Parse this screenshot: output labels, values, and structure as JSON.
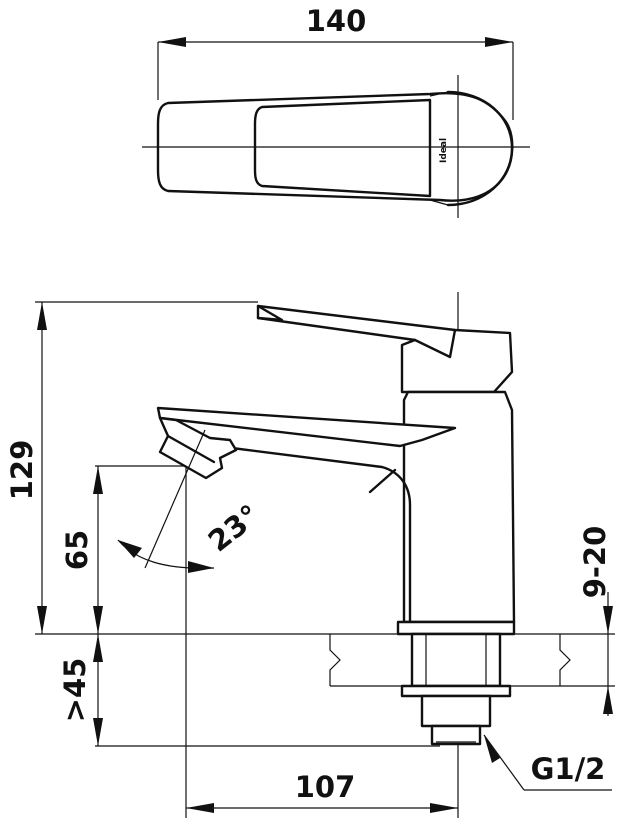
{
  "dimensions": {
    "total_width": "140",
    "height": "129",
    "spout_height": "65",
    "angle": "23°",
    "thickness_range": "9-20",
    "min_clearance": ">45",
    "spout_reach": "107",
    "thread": "G1/2"
  },
  "top_view": {
    "embossed_logo": "Ideal"
  }
}
